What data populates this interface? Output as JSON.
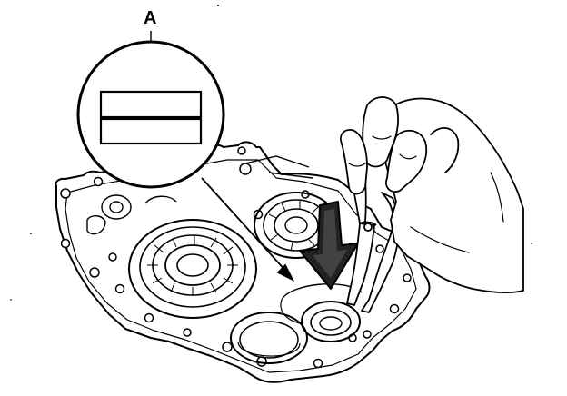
{
  "figure": {
    "callout_label": "A",
    "colors": {
      "line": "#000000",
      "paper": "#ffffff"
    },
    "parts": [
      "transmission-housing",
      "bearing-large-left",
      "bearing-upper-right",
      "bore-bottom-left",
      "bore-bottom-right",
      "snap-ring-detail",
      "snap-ring-pliers",
      "hand",
      "push-arrow"
    ]
  }
}
